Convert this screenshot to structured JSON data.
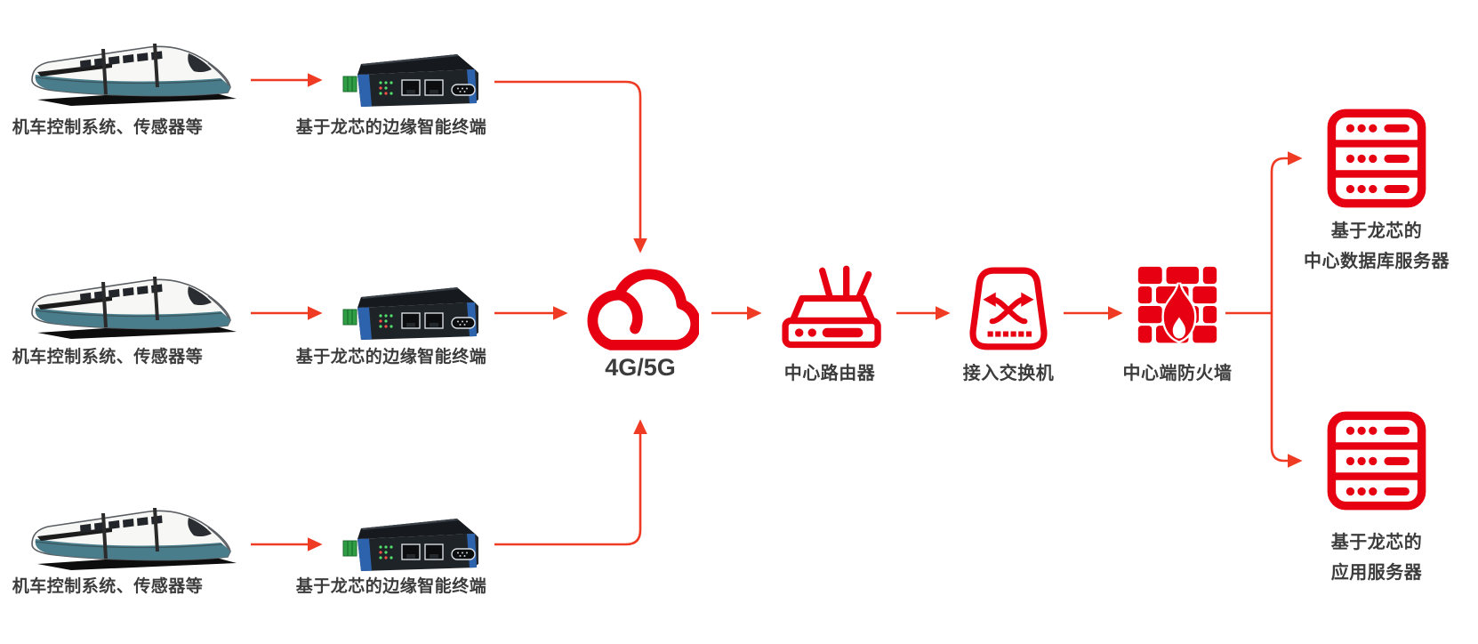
{
  "colors": {
    "icon_red": "#e60012",
    "arrow_red": "#ef3b24",
    "label_gray": "#3c3c3c"
  },
  "rows": [
    {
      "source_icon": "train-icon",
      "source_label": "机车控制系统、传感器等",
      "terminal_icon": "edge-terminal-icon",
      "terminal_label": "基于龙芯的边缘智能终端"
    },
    {
      "source_icon": "train-icon",
      "source_label": "机车控制系统、传感器等",
      "terminal_icon": "edge-terminal-icon",
      "terminal_label": "基于龙芯的边缘智能终端"
    },
    {
      "source_icon": "train-icon",
      "source_label": "机车控制系统、传感器等",
      "terminal_icon": "edge-terminal-icon",
      "terminal_label": "基于龙芯的边缘智能终端"
    }
  ],
  "core": {
    "cloud": {
      "icon": "cloud-icon",
      "label": "4G/5G"
    },
    "router": {
      "icon": "router-icon",
      "label": "中心路由器"
    },
    "switch": {
      "icon": "switch-icon",
      "label": "接入交换机"
    },
    "firewall": {
      "icon": "firewall-icon",
      "label": "中心端防火墙"
    }
  },
  "servers": [
    {
      "icon": "server-icon",
      "label_line1": "基于龙芯的",
      "label_line2": "中心数据库服务器"
    },
    {
      "icon": "server-icon",
      "label_line1": "基于龙芯的",
      "label_line2": "应用服务器"
    }
  ]
}
